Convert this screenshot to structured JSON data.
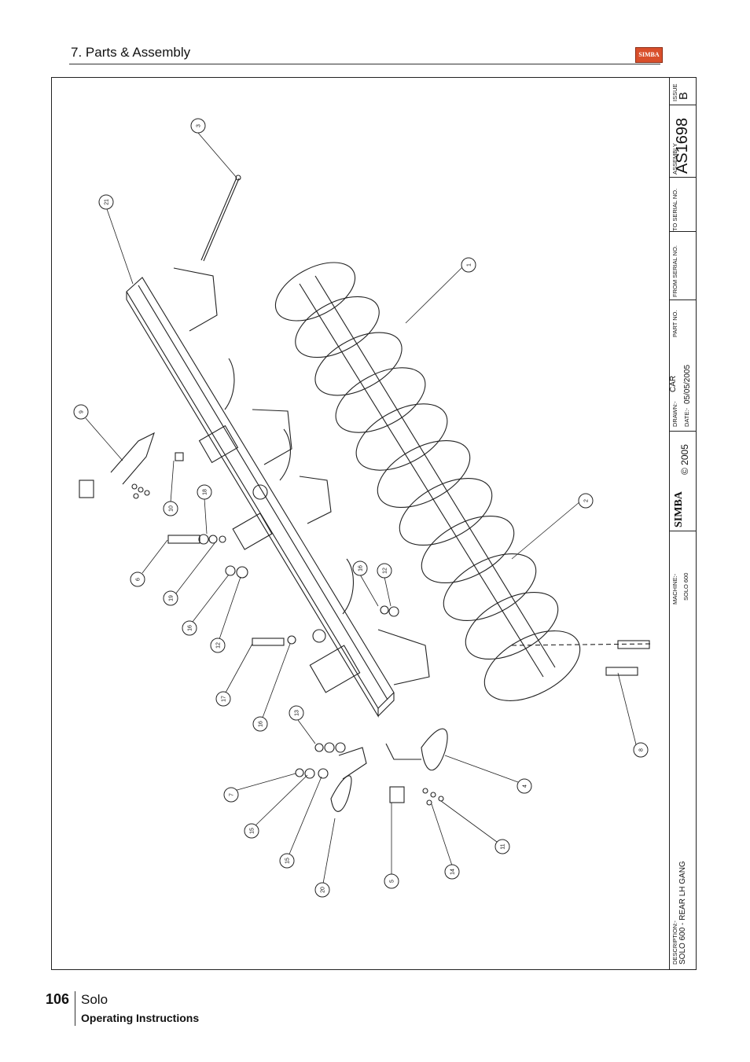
{
  "header": {
    "section_title": "7. Parts & Assembly",
    "logo_text": "SIMBA"
  },
  "title_block": {
    "description_label": "DESCRIPTION:-",
    "description": "SOLO 600 - REAR LH GANG",
    "machine_label": "MACHINE:-",
    "machine": "SOLO 600",
    "company": "SIMBA",
    "copyright": "© 2005",
    "drawn_label": "DRAWN:-",
    "drawn": "CAR",
    "date_label": "DATE:-",
    "date": "05/05/2005",
    "part_no_label": "PART NO.",
    "from_serial_label": "FROM SERIAL NO.",
    "to_serial_label": "TO SERIAL NO.",
    "assembly_label": "ASSEMBLY",
    "assembly": "AS1698",
    "issue_label": "ISSUE",
    "issue": "B"
  },
  "callouts": [
    "1",
    "2",
    "3",
    "4",
    "5",
    "6",
    "7",
    "8",
    "9",
    "10",
    "11",
    "12",
    "12",
    "13",
    "14",
    "15",
    "15",
    "16",
    "16",
    "16",
    "17",
    "18",
    "19",
    "20",
    "21"
  ],
  "footer": {
    "page_number": "106",
    "title": "Solo",
    "subtitle": "Operating Instructions"
  },
  "colors": {
    "line": "#222222",
    "logo": "#d94f2b"
  }
}
